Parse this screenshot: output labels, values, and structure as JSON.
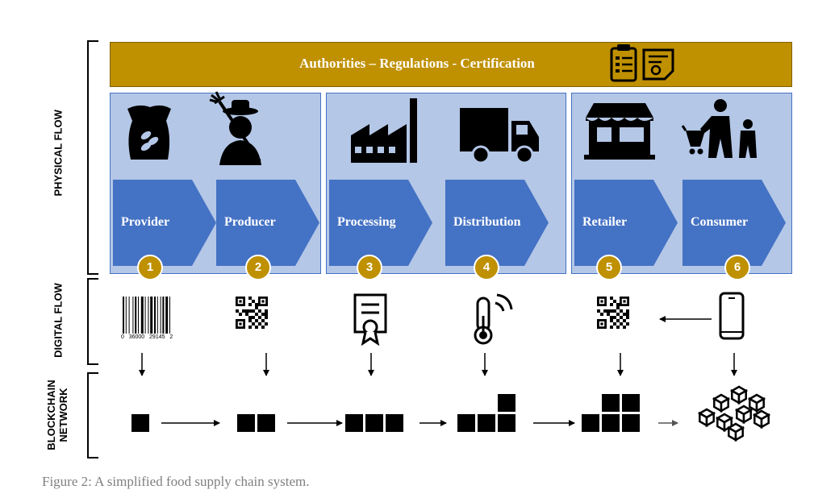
{
  "side_labels": {
    "physical": "PHYSICAL FLOW",
    "digital": "DIGITAL FLOW",
    "blockchain_line1": "BLOCKCHAIN",
    "blockchain_line2": "NETWORK"
  },
  "authorities": {
    "label": "Authorities – Regulations - Certification",
    "icons": [
      "checklist-document-icon",
      "certificate-document-icon"
    ]
  },
  "stages": [
    {
      "label": "Provider",
      "number": "1",
      "physical_icon": "seed-bag-icon",
      "digital_icon": "barcode-icon",
      "barcode_text": "0   36000   29145   2",
      "blocks": 1
    },
    {
      "label": "Producer",
      "number": "2",
      "physical_icon": "farmer-icon",
      "digital_icon": "qr-code-icon",
      "blocks": 2
    },
    {
      "label": "Processing",
      "number": "3",
      "physical_icon": "factory-icon",
      "digital_icon": "certificate-icon",
      "blocks": 3
    },
    {
      "label": "Distribution",
      "number": "4",
      "physical_icon": "truck-icon",
      "digital_icon": "thermometer-sensor-icon",
      "blocks": 4
    },
    {
      "label": "Retailer",
      "number": "5",
      "physical_icon": "store-icon",
      "digital_icon": "qr-code-icon",
      "blocks": 5
    },
    {
      "label": "Consumer",
      "number": "6",
      "physical_icon": "shopper-with-cart-icon",
      "digital_icon": "smartphone-icon",
      "blocks": "network"
    }
  ],
  "caption": "Figure 2: A simplified food supply chain system.",
  "colors": {
    "gold": "#bf9000",
    "panel": "#b4c7e7",
    "arrow": "#4472c4"
  }
}
